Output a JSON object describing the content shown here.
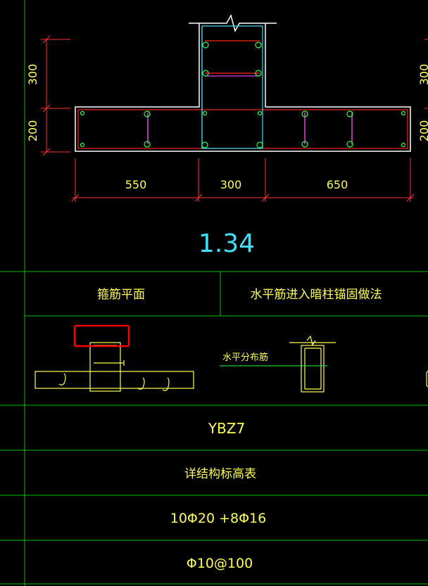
{
  "colors": {
    "background": "#000000",
    "grid": "#00c000",
    "outline": "#ffffff",
    "stirrup_red": "#ff2020",
    "stirrup_cyan": "#40e0ff",
    "tie_magenta": "#e040e0",
    "bar_green": "#20ff40",
    "dimension": "#ff3030",
    "text_yellow": "#ffff55",
    "text_cyan": "#40e0ff",
    "highlight": "#ff0000"
  },
  "section": {
    "dims": {
      "left_300": "300",
      "left_200": "200",
      "right_300": "300",
      "right_200": "200",
      "bottom_550": "550",
      "bottom_300": "300",
      "bottom_650": "650"
    },
    "id_label": "1.34"
  },
  "table": {
    "header_left": "箍筋平面",
    "header_right": "水平筋进入暗柱锚固做法",
    "sketch_label": "水平分布筋",
    "row_name": "YBZ7",
    "row_elev": "详结构标高表",
    "row_long_bars": "10Φ20 +8Φ16",
    "row_stirrups": "Φ10@100"
  },
  "icons": [
    "break-line-icon",
    "rebar-dot-icon",
    "hook-icon",
    "highlight-box"
  ]
}
